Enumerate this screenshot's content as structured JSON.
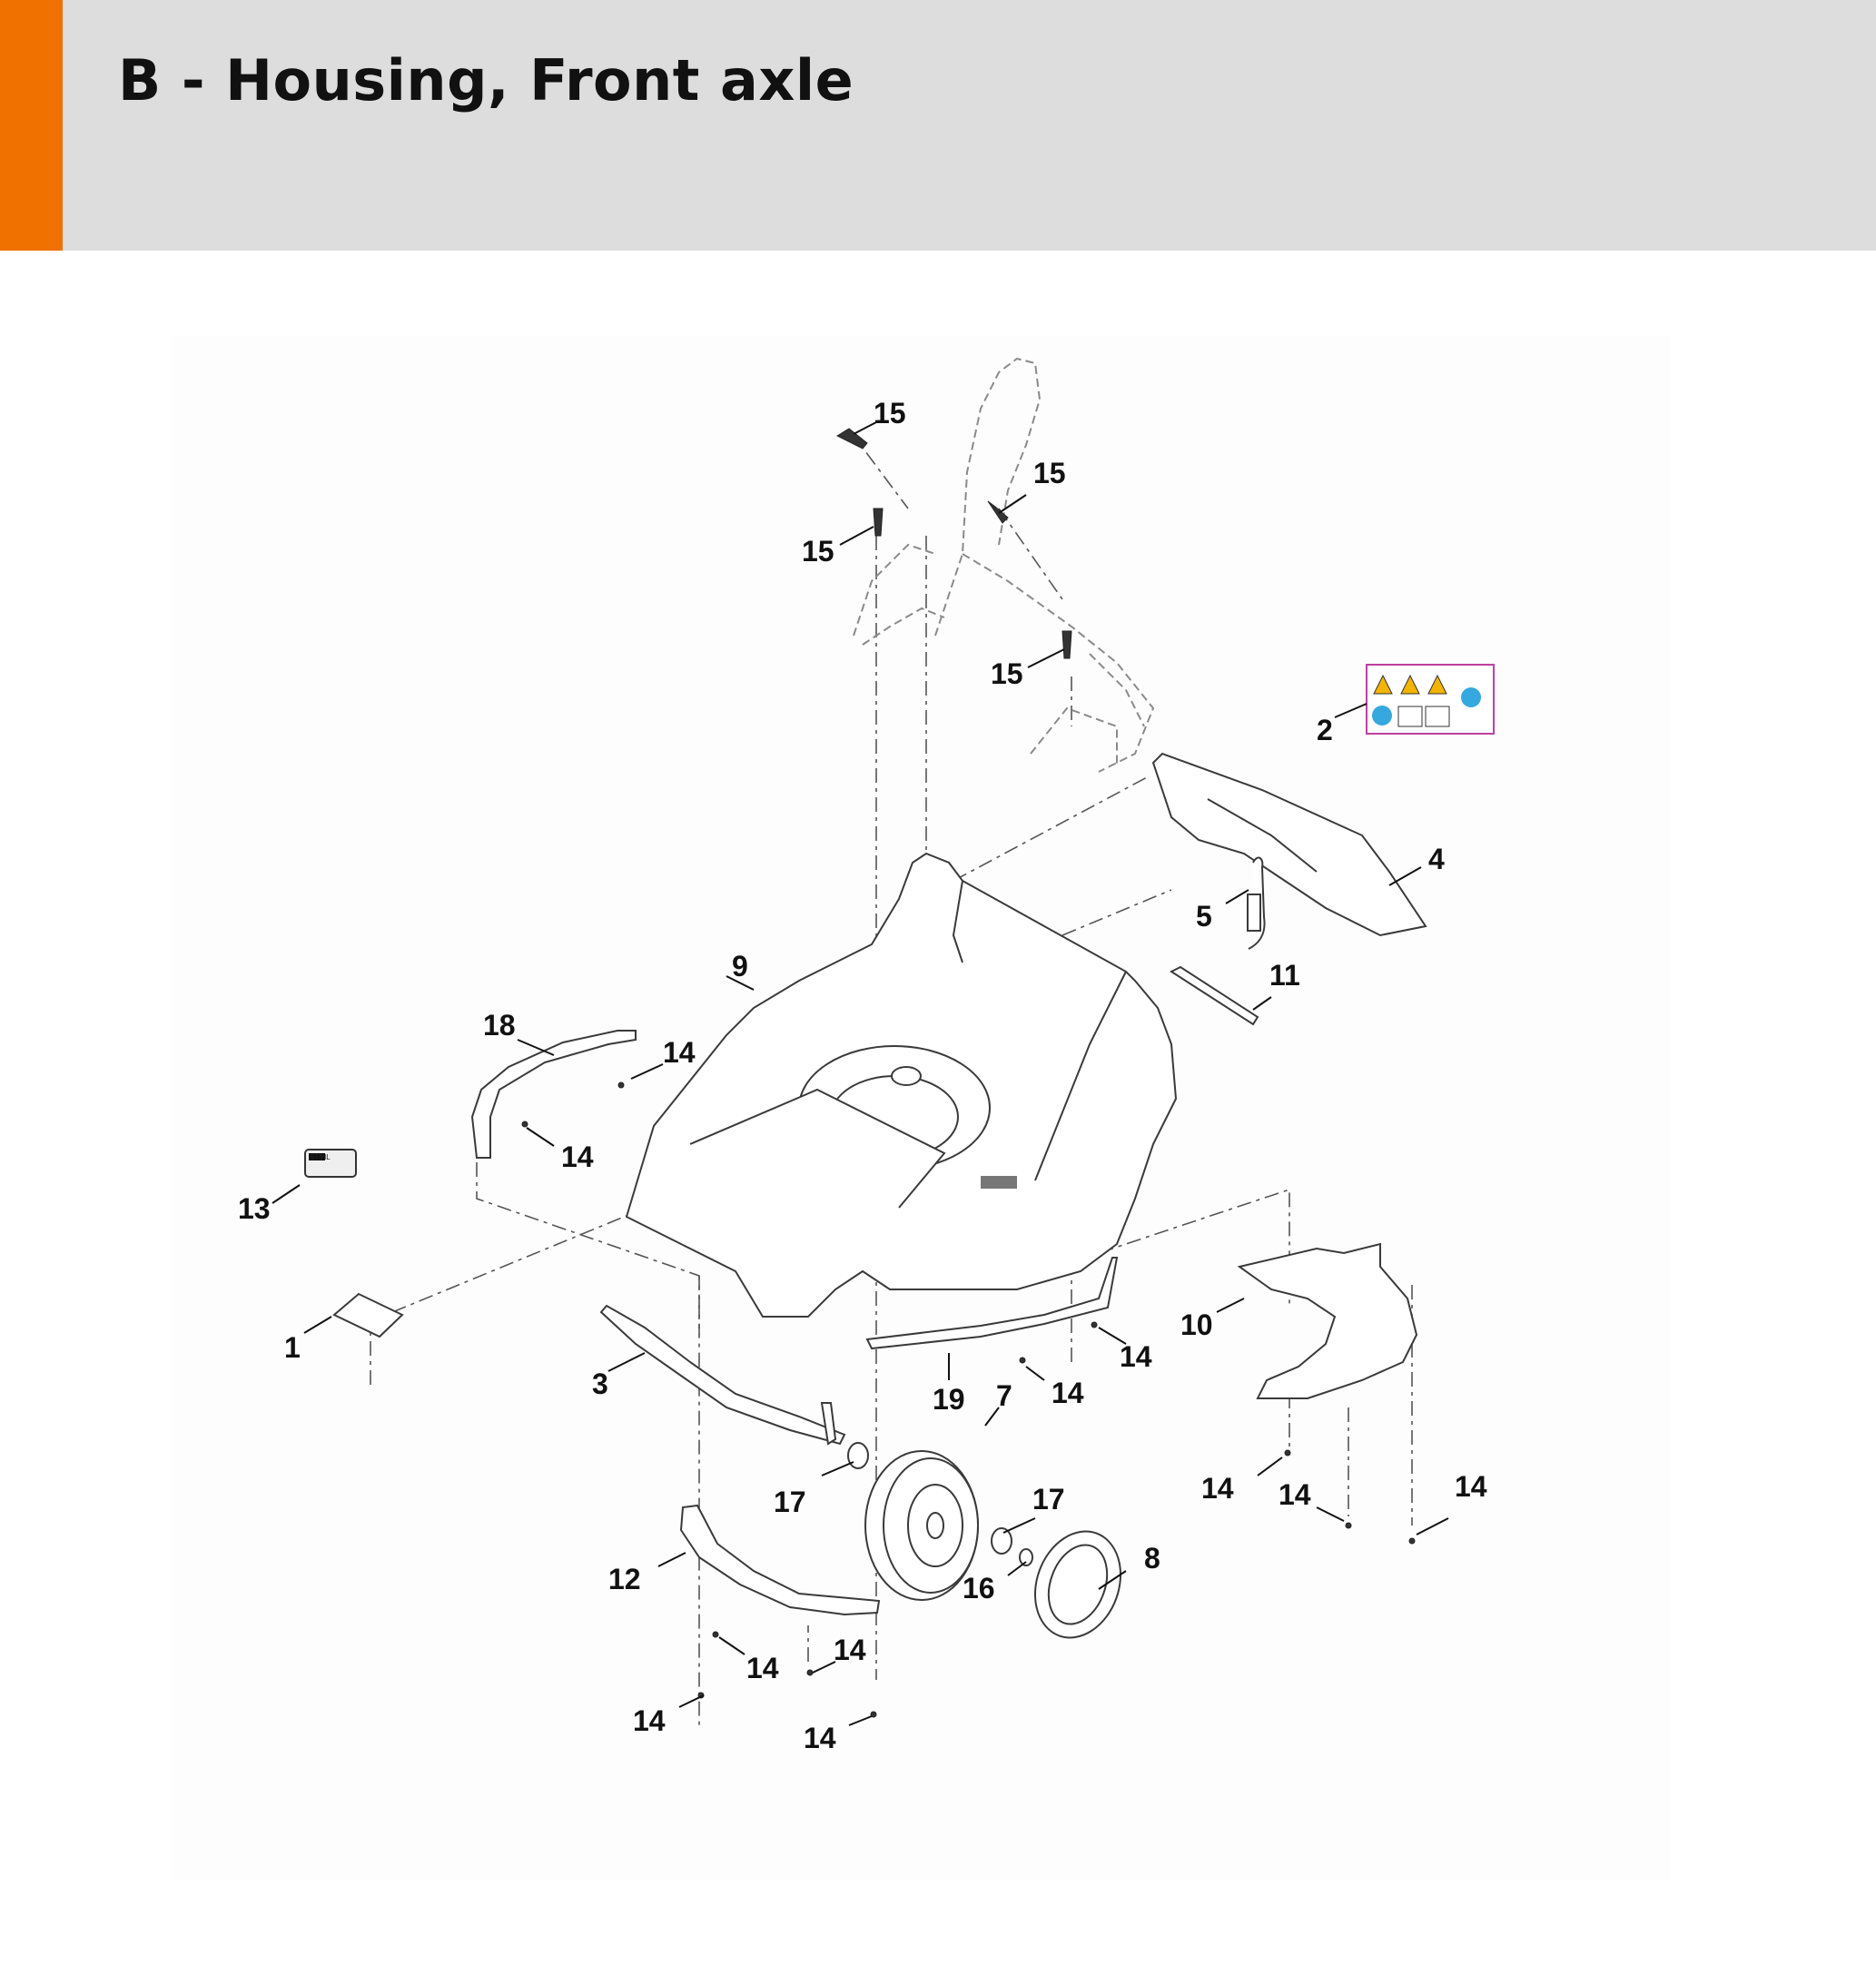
{
  "header": {
    "title": "B - Housing, Front axle",
    "accent_color": "#f07000",
    "background_color": "#dcdddc"
  },
  "diagram": {
    "callouts": [
      "15",
      "15",
      "15",
      "15",
      "2",
      "4",
      "5",
      "9",
      "11",
      "18",
      "14",
      "14",
      "13",
      "1",
      "3",
      "10",
      "14",
      "19",
      "7",
      "14",
      "17",
      "17",
      "14",
      "14",
      "14",
      "12",
      "16",
      "8",
      "14",
      "14",
      "14",
      "14"
    ],
    "sticker_badge": "STIHL"
  }
}
